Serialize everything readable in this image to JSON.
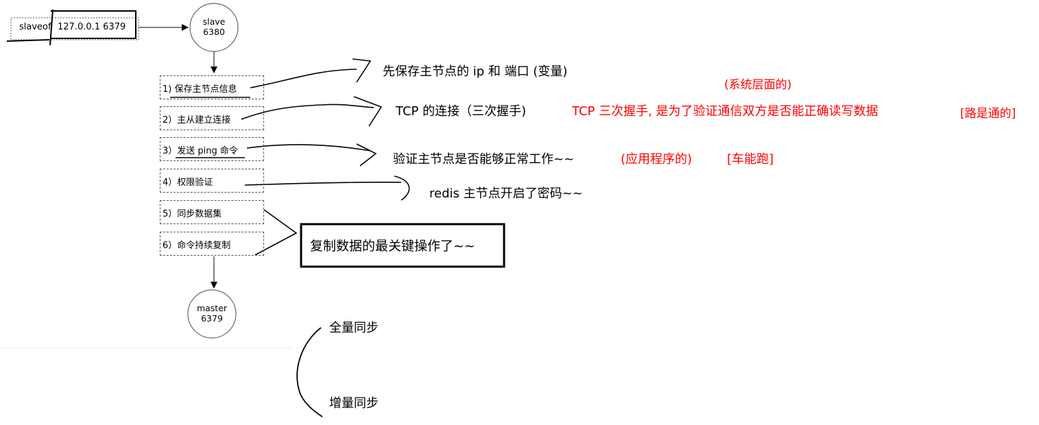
{
  "command_box": {
    "prefix": "slaveof",
    "address": "127.0.0.1 6379"
  },
  "slave_node": {
    "role": "slave",
    "port": "6380"
  },
  "master_node": {
    "role": "master",
    "port": "6379"
  },
  "steps": [
    {
      "label": "1) 保存主节点信息"
    },
    {
      "label": "2）主从建立连接"
    },
    {
      "label": "3）发送 ping 命令"
    },
    {
      "label": "4）权限验证"
    },
    {
      "label": "5）同步数据集"
    },
    {
      "label": "6）命令持续复制"
    }
  ],
  "notes": {
    "save_info": "先保存主节点的 ip 和 端口 (变量)",
    "system_level": "(系统层面的)",
    "tcp": "TCP 的连接（三次握手)",
    "tcp_purpose": "TCP 三次握手, 是为了验证通信双方是否能正确读写数据",
    "road_ok": "[路是通的]",
    "ping": "验证主节点是否能够正常工作~~",
    "app_level": "(应用程序的)",
    "car_runs": "[车能跑]",
    "auth": "redis 主节点开启了密码~~",
    "key_op": "复制数据的最关键操作了~~",
    "full_sync": "全量同步",
    "partial_sync": "增量同步"
  },
  "colors": {
    "annotation_red": "#ff0000",
    "ink": "#000000"
  }
}
